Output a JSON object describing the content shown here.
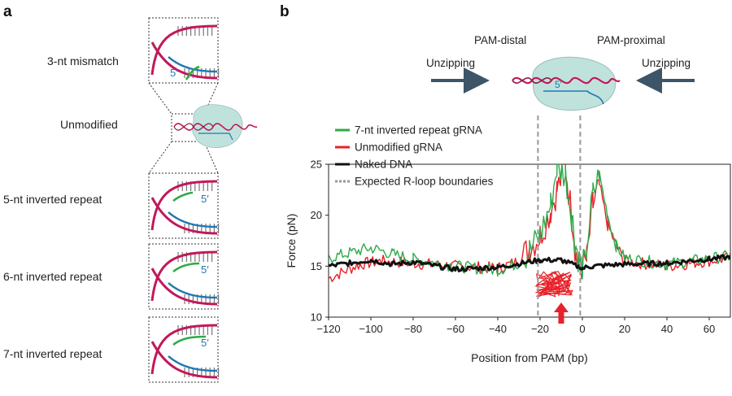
{
  "panel_a": {
    "letter": "a",
    "rows": [
      {
        "label": "3-nt mismatch",
        "five_prime": "5′"
      },
      {
        "label": "Unmodified"
      },
      {
        "label": "5-nt inverted repeat",
        "five_prime": "5′"
      },
      {
        "label": "6-nt inverted repeat",
        "five_prime": "5′"
      },
      {
        "label": "7-nt inverted repeat",
        "five_prime": "5′"
      }
    ]
  },
  "panel_b": {
    "letter": "b",
    "distal_label": "PAM-distal",
    "proximal_label": "PAM-proximal",
    "unzip_left": "Unzipping",
    "unzip_right": "Unzipping",
    "complex_five_prime": "5′"
  },
  "colors": {
    "green": "#2eaa4a",
    "red": "#e8222a",
    "black": "#111111",
    "dna": "#c2185b",
    "rna": "#1f77b4",
    "protein": "#bfe3dc",
    "arrow": "#3d5566"
  },
  "chart_data": {
    "type": "line",
    "xlabel": "Position from PAM (bp)",
    "ylabel": "Force (pN)",
    "xlim": [
      -120,
      70
    ],
    "ylim": [
      10,
      25
    ],
    "xticks": [
      -120,
      -100,
      -80,
      -60,
      -40,
      -20,
      0,
      20,
      40,
      60
    ],
    "yticks": [
      10,
      15,
      20,
      25
    ],
    "legend_position": "top-left",
    "boundaries": [
      -21,
      -1
    ],
    "arrow_x": -10,
    "series": [
      {
        "name": "7-nt inverted repeat gRNA",
        "color": "#2eaa4a",
        "points": [
          [
            -120,
            15.8
          ],
          [
            -100,
            16.8
          ],
          [
            -90,
            16.2
          ],
          [
            -80,
            15.7
          ],
          [
            -60,
            15.0
          ],
          [
            -40,
            14.6
          ],
          [
            -30,
            15.3
          ],
          [
            -25,
            16.5
          ],
          [
            -20,
            18.0
          ],
          [
            -15,
            21.0
          ],
          [
            -12,
            24.8
          ],
          [
            -8,
            24.0
          ],
          [
            -5,
            20.0
          ],
          [
            -3,
            17.0
          ],
          [
            -1,
            15.0
          ],
          [
            1,
            15.2
          ],
          [
            5,
            22.0
          ],
          [
            8,
            24.0
          ],
          [
            12,
            20.0
          ],
          [
            16,
            17.0
          ],
          [
            20,
            15.8
          ],
          [
            40,
            15.2
          ],
          [
            70,
            16.0
          ]
        ]
      },
      {
        "name": "Unmodified gRNA",
        "color": "#e8222a",
        "points": [
          [
            -120,
            13.8
          ],
          [
            -105,
            15.2
          ],
          [
            -95,
            15.5
          ],
          [
            -80,
            15.3
          ],
          [
            -60,
            15.0
          ],
          [
            -40,
            14.8
          ],
          [
            -30,
            15.5
          ],
          [
            -25,
            16.8
          ],
          [
            -20,
            18.0
          ],
          [
            -15,
            20.5
          ],
          [
            -12,
            22.5
          ],
          [
            -8,
            24.8
          ],
          [
            -5,
            20.0
          ],
          [
            -3,
            16.0
          ],
          [
            -1,
            14.8
          ],
          [
            2,
            15.5
          ],
          [
            5,
            21.0
          ],
          [
            8,
            23.0
          ],
          [
            12,
            19.0
          ],
          [
            16,
            17.0
          ],
          [
            20,
            15.5
          ],
          [
            40,
            15.0
          ],
          [
            70,
            15.8
          ]
        ]
      },
      {
        "name": "Naked DNA",
        "color": "#111111",
        "points": [
          [
            -120,
            15.0
          ],
          [
            -110,
            15.3
          ],
          [
            -100,
            15.6
          ],
          [
            -90,
            15.2
          ],
          [
            -80,
            15.4
          ],
          [
            -60,
            14.7
          ],
          [
            -40,
            14.9
          ],
          [
            -20,
            15.6
          ],
          [
            -10,
            15.6
          ],
          [
            0,
            14.8
          ],
          [
            5,
            15.0
          ],
          [
            20,
            15.2
          ],
          [
            40,
            15.3
          ],
          [
            60,
            15.7
          ],
          [
            70,
            15.9
          ]
        ]
      },
      {
        "name": "Expected R-loop boundaries",
        "color": "#999999",
        "style": "dashed",
        "points": [
          [
            -21,
            10
          ],
          [
            -21,
            25
          ]
        ]
      }
    ]
  }
}
